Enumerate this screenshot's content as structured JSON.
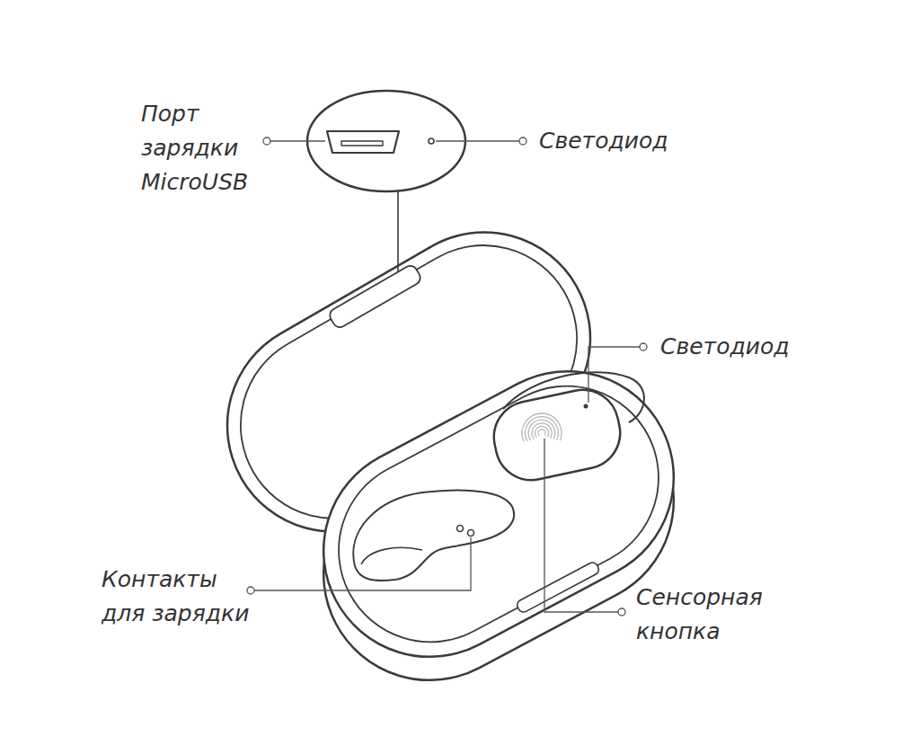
{
  "diagram": {
    "labels": [
      "Порт зарядки MicroUSB",
      "Светодиод",
      "Светодиод",
      "Контакты для зарядки",
      "Сенсорная кнопка"
    ]
  }
}
